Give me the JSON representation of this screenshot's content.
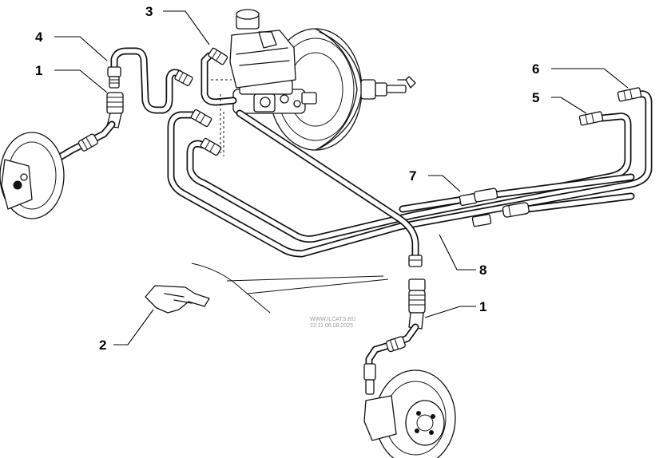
{
  "callouts": {
    "c1_top": "1",
    "c1_bottom": "1",
    "c2": "2",
    "c3": "3",
    "c4": "4",
    "c5": "5",
    "c6": "6",
    "c7": "7",
    "c8": "8"
  },
  "watermark": {
    "line1": "WWW.ILCATS.RU",
    "line2": "22:11 06.08.2025"
  }
}
